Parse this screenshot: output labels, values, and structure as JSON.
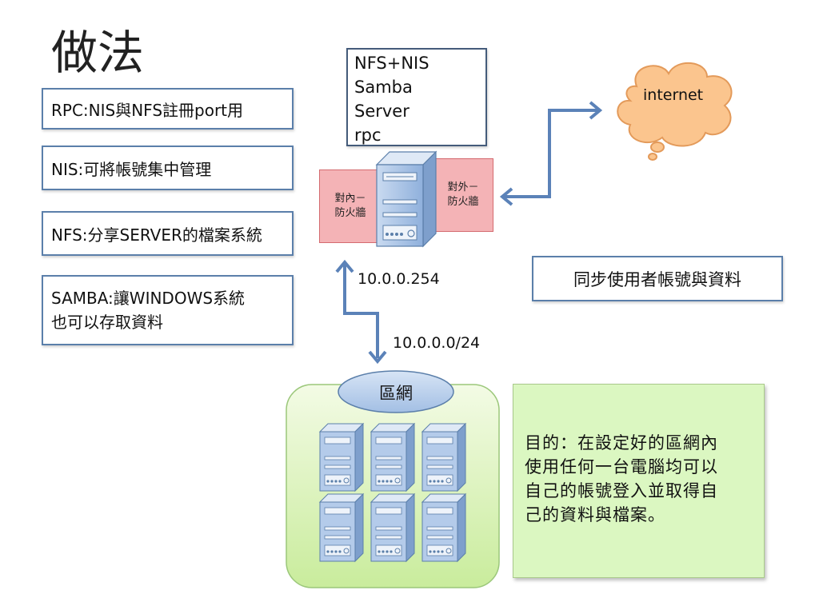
{
  "title": "做法",
  "info_boxes": [
    {
      "lines": [
        "RPC:NIS與NFS註冊port用"
      ]
    },
    {
      "lines": [
        "NIS:可將帳號集中管理"
      ]
    },
    {
      "lines": [
        "NFS:分享SERVER的檔案系統"
      ]
    },
    {
      "lines": [
        "SAMBA:讓WINDOWS系統",
        "也可以存取資料"
      ]
    }
  ],
  "server_services": [
    "NFS+NIS",
    "Samba",
    "Server",
    "rpc"
  ],
  "firewall_inner": [
    "對內－",
    "防火牆"
  ],
  "firewall_outer": [
    "對外－",
    "防火牆"
  ],
  "internet_label": "internet",
  "gateway_ip": "10.0.0.254",
  "subnet": "10.0.0.0/24",
  "sync_label": "同步使用者帳號與資料",
  "lan_label": "區網",
  "goal_lines": [
    "目的：在設定好的區網內",
    "使用任何一台電腦均可以",
    "自己的帳號登入並取得自",
    "己的資料與檔案。"
  ],
  "colors": {
    "box_border": "#5b7faa",
    "arrow": "#5b82b8",
    "firewall": "#f4b3b6",
    "cloud": "#fbc58e",
    "lan_bg": "#e6f7c8",
    "goal_bg": "#dbf7c1",
    "server_body": "#a9c3e6"
  }
}
